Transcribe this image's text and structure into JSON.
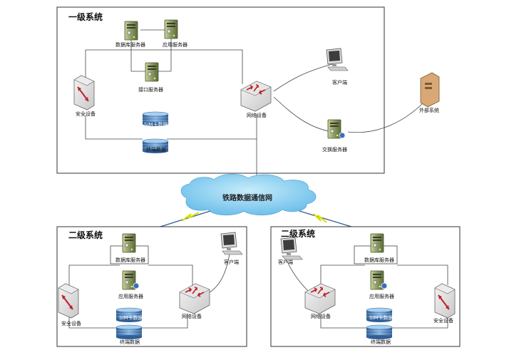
{
  "level1": {
    "title": "一级系统",
    "db_server": "数据库服务器",
    "app_server": "应用服务器",
    "iface_server": "接口服务器",
    "security": "安全设备",
    "network": "网络设备",
    "sim_data": "SIM卡数据",
    "terminal_data": "终端数据",
    "client": "客户端",
    "exchange_server": "交换服务器"
  },
  "external": {
    "label": "外部系统"
  },
  "cloud": {
    "label": "铁路数据通信网"
  },
  "level2_left": {
    "title": "二级系统",
    "db_server": "数据库服务器",
    "app_server": "应用服务器",
    "security": "安全设备",
    "network": "网络设备",
    "sim_data": "SIM卡数据",
    "terminal_data": "终端数据",
    "client": "客户端"
  },
  "level2_right": {
    "title": "二级系统",
    "db_server": "数据库服务器",
    "app_server": "应用服务器",
    "security": "安全设备",
    "network": "网络设备",
    "sim_data": "SIM卡数据",
    "terminal_data": "终端数据",
    "client": "客户端"
  },
  "colors": {
    "server_body": "#8a9b63",
    "cloud_fill": "#8fd0f0",
    "db_fill": "#5b8fc7",
    "link_zigzag": "#d8e000"
  },
  "icons": [
    "server-icon",
    "firewall-icon",
    "router-icon",
    "monitor-icon",
    "database-icon",
    "cloud-icon"
  ]
}
